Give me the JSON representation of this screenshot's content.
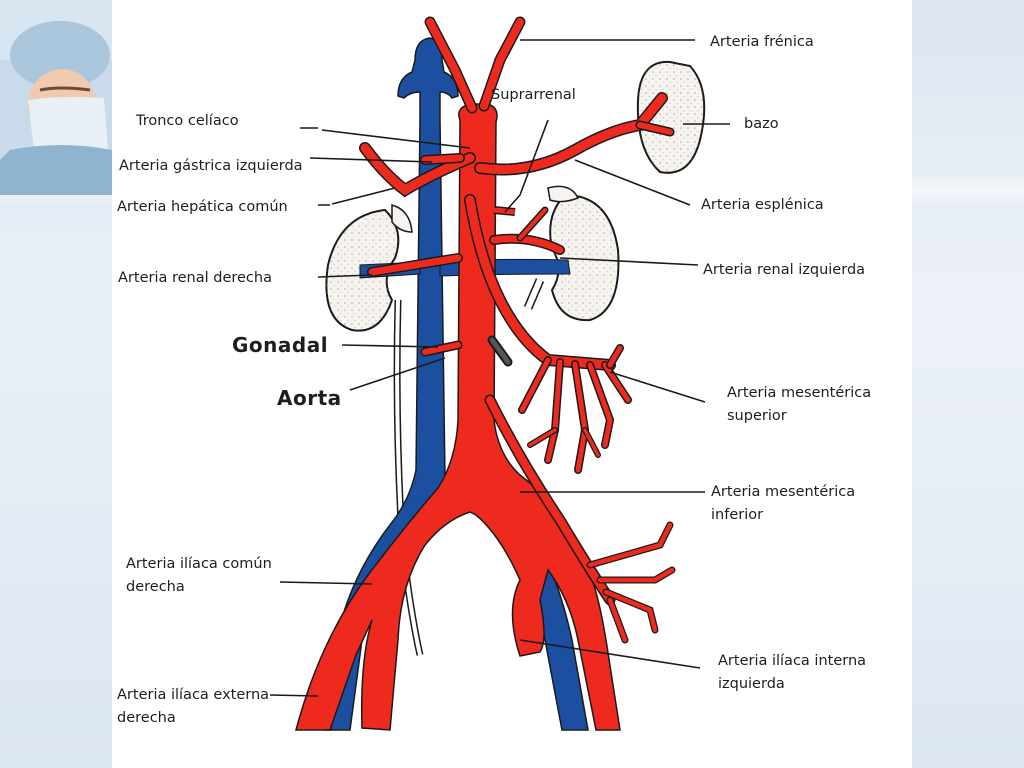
{
  "labels": {
    "arteria_frenica": "Arteria frénica",
    "suprarrenal": "Suprarrenal",
    "tronco_celiaco": "Tronco celíaco",
    "bazo": "bazo",
    "arteria_gastrica_izquierda": "Arteria gástrica izquierda",
    "arteria_hepatica_comun": "Arteria hepática común",
    "arteria_esplenica": "Arteria esplénica",
    "arteria_renal_derecha": "Arteria renal derecha",
    "arteria_renal_izquierda": "Arteria renal izquierda",
    "gonadal": "Gonadal",
    "aorta": "Aorta",
    "arteria_mesenterica_superior_l1": "Arteria mesentérica",
    "arteria_mesenterica_superior_l2": "superior",
    "arteria_mesenterica_inferior_l1": "Arteria mesentérica",
    "arteria_mesenterica_inferior_l2": "inferior",
    "arteria_iliaca_comun_derecha_l1": "Arteria ilíaca común",
    "arteria_iliaca_comun_derecha_l2": "derecha",
    "arteria_iliaca_interna_izquierda_l1": "Arteria ilíaca interna",
    "arteria_iliaca_interna_izquierda_l2": "izquierda",
    "arteria_iliaca_externa_derecha_l1": "Arteria ilíaca externa",
    "arteria_iliaca_externa_derecha_l2": "derecha"
  },
  "colors": {
    "artery": "#ee2a1e",
    "vein": "#1d4fa0",
    "outline": "#1a1a1a",
    "organ": "#f7f4f0"
  }
}
